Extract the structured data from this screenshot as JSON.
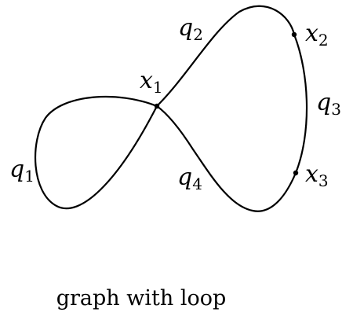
{
  "caption": "graph with loop",
  "vertices": [
    {
      "id": "x1",
      "base": "x",
      "sub": "1"
    },
    {
      "id": "x2",
      "base": "x",
      "sub": "2"
    },
    {
      "id": "x3",
      "base": "x",
      "sub": "3"
    }
  ],
  "edges": [
    {
      "id": "q1",
      "base": "q",
      "sub": "1"
    },
    {
      "id": "q2",
      "base": "q",
      "sub": "2"
    },
    {
      "id": "q3",
      "base": "q",
      "sub": "3"
    },
    {
      "id": "q4",
      "base": "q",
      "sub": "4"
    }
  ]
}
